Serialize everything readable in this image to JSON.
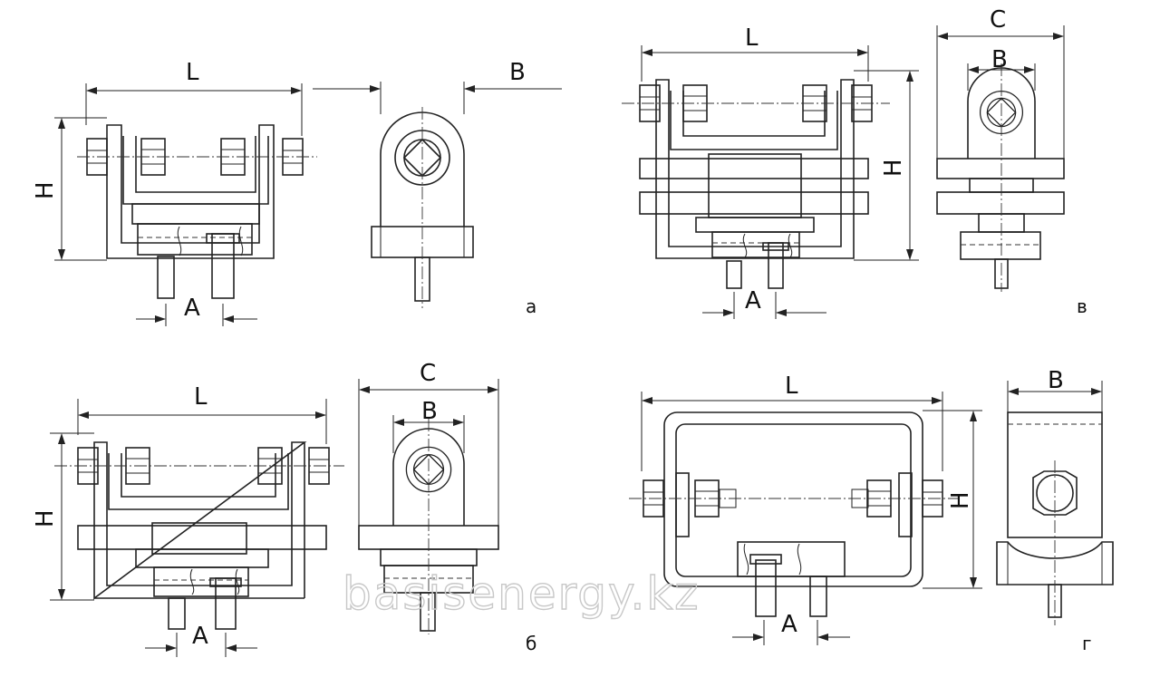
{
  "labels": {
    "a": {
      "L": "L",
      "B": "B",
      "H": "H",
      "A": "A",
      "caption": "а"
    },
    "v": {
      "L": "L",
      "C": "C",
      "B": "B",
      "H": "H",
      "A": "A",
      "caption": "в"
    },
    "b": {
      "L": "L",
      "C": "C",
      "B": "B",
      "H": "H",
      "A": "A",
      "caption": "б"
    },
    "g": {
      "L": "L",
      "B": "B",
      "H": "H",
      "A": "A",
      "caption": "г"
    }
  },
  "watermark": "basisenergy.kz"
}
